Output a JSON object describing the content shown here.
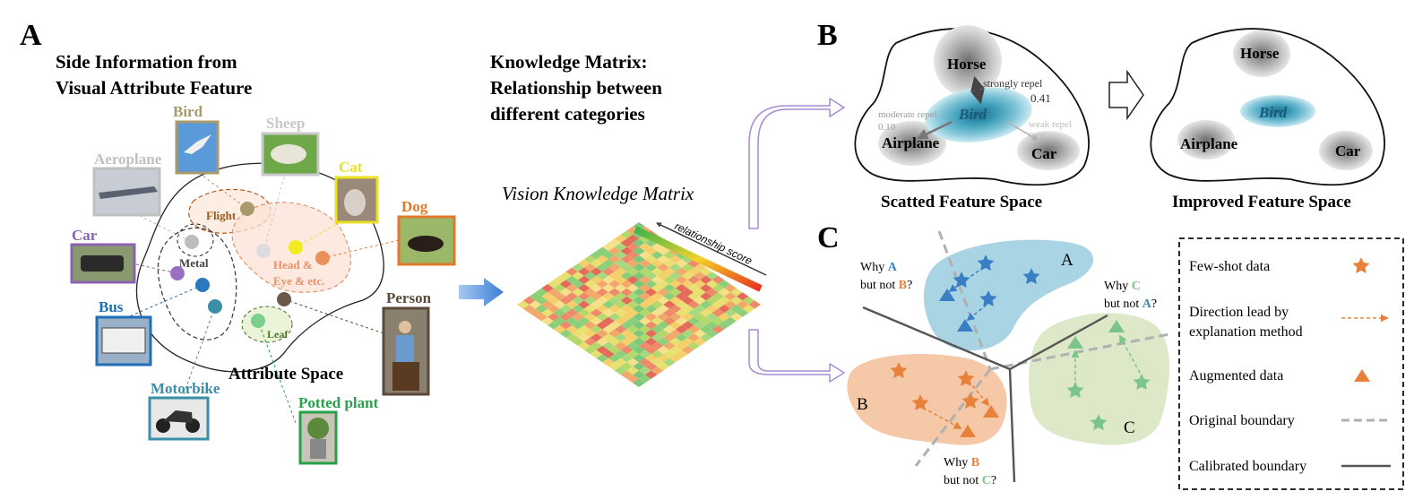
{
  "panel_a": {
    "letter": "A",
    "title_lines": [
      "Side Information from",
      "Visual Attribute Feature"
    ],
    "space_label": "Attribute Space",
    "attr_regions": [
      "Flight",
      "Metal",
      "Head &",
      "Eye & etc.",
      "Leaf"
    ],
    "categories": [
      {
        "key": "bird",
        "label": "Bird",
        "color": "#a89a6a"
      },
      {
        "key": "sheep",
        "label": "Sheep",
        "color": "#c8c8c8"
      },
      {
        "key": "aeroplane",
        "label": "Aeroplane",
        "color": "#c0c0c0"
      },
      {
        "key": "cat",
        "label": "Cat",
        "color": "#e8e020"
      },
      {
        "key": "dog",
        "label": "Dog",
        "color": "#e07a2a"
      },
      {
        "key": "car",
        "label": "Car",
        "color": "#8a62b0"
      },
      {
        "key": "bus",
        "label": "Bus",
        "color": "#1f6fb5"
      },
      {
        "key": "person",
        "label": "Person",
        "color": "#5a4a3a"
      },
      {
        "key": "motorbike",
        "label": "Motorbike",
        "color": "#3a8ea8"
      },
      {
        "key": "potted",
        "label": "Potted plant",
        "color": "#28a04a"
      }
    ]
  },
  "matrix": {
    "title_lines": [
      "Knowledge Matrix:",
      "Relationship between",
      "different categories"
    ],
    "caption": "Vision Knowledge Matrix",
    "score_label": "relationship score"
  },
  "panel_b": {
    "letter": "B",
    "left": {
      "caption": "Scatted Feature Space",
      "horse": "Horse",
      "bird": "Bird",
      "airplane": "Airplane",
      "car": "Car",
      "strong_label": "strongly repel",
      "strong_value": "0.41",
      "moderate_label": "moderate repel",
      "moderate_value": "0.10",
      "weak_label": "weak repel",
      "weak_value": "0.00"
    },
    "right": {
      "caption": "Improved Feature Space",
      "horse": "Horse",
      "bird": "Bird",
      "airplane": "Airplane",
      "car": "Car"
    }
  },
  "panel_c": {
    "letter": "C",
    "class_a": "A",
    "class_b": "B",
    "class_c": "C",
    "q_ab": {
      "why": "Why",
      "x": "A",
      "but": "but not",
      "y": "B",
      "q": "?"
    },
    "q_ca": {
      "why": "Why",
      "x": "C",
      "but": "but not",
      "y": "A",
      "q": "?"
    },
    "q_bc": {
      "why": "Why",
      "x": "B",
      "but": "but not",
      "y": "C",
      "q": "?"
    },
    "legend": {
      "few_shot": "Few-shot data",
      "direction_1": "Direction lead by",
      "direction_2": "explanation method",
      "augmented": "Augmented data",
      "original": "Original boundary",
      "calibrated": "Calibrated boundary"
    },
    "colors": {
      "a": "#3a7fc4",
      "b": "#e8823a",
      "c": "#7cc48a",
      "a_fill": "#a8d4e4",
      "b_fill": "#f5c8a8",
      "c_fill": "#dde8c8"
    }
  }
}
